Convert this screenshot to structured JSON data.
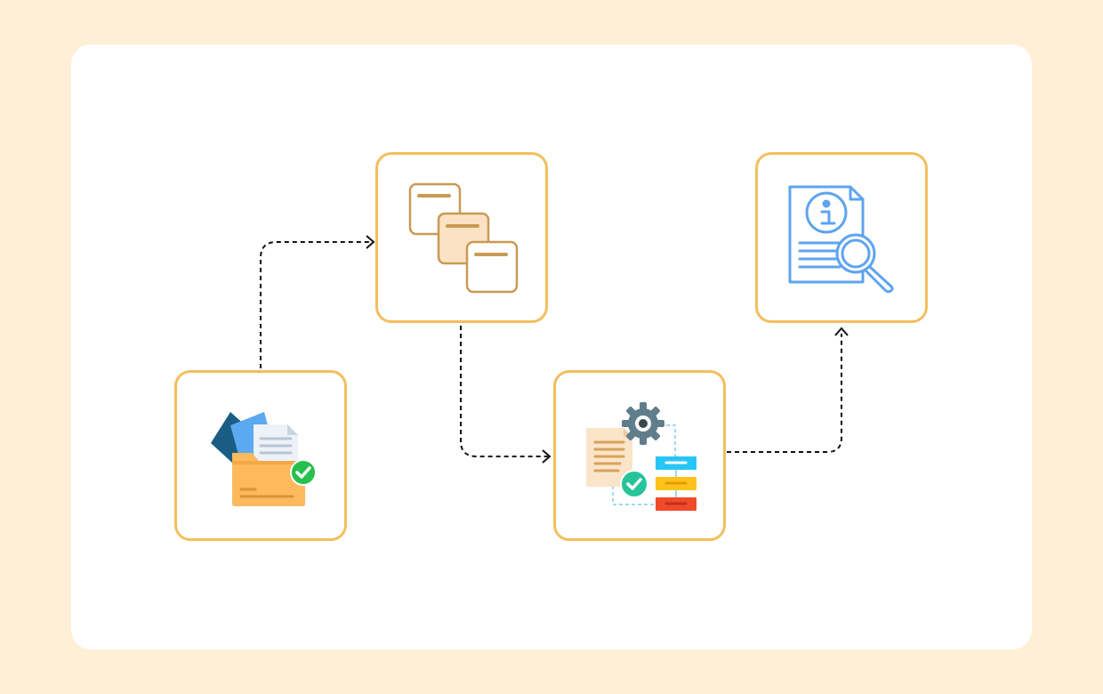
{
  "colors": {
    "page_bg": "#FEEFD6",
    "card_bg": "#FFFFFF",
    "node_border": "#F4BE5E",
    "connector": "#111111"
  },
  "nodes": [
    {
      "id": "folder",
      "icon": "folder-documents-check-icon"
    },
    {
      "id": "stack",
      "icon": "stacked-cards-icon"
    },
    {
      "id": "process",
      "icon": "document-gear-workflow-icon"
    },
    {
      "id": "report",
      "icon": "info-document-magnifier-icon"
    }
  ],
  "edges": [
    {
      "from": "folder",
      "to": "stack",
      "style": "dashed",
      "arrow": "end"
    },
    {
      "from": "stack",
      "to": "process",
      "style": "dashed",
      "arrow": "end"
    },
    {
      "from": "process",
      "to": "report",
      "style": "dashed",
      "arrow": "end"
    }
  ]
}
